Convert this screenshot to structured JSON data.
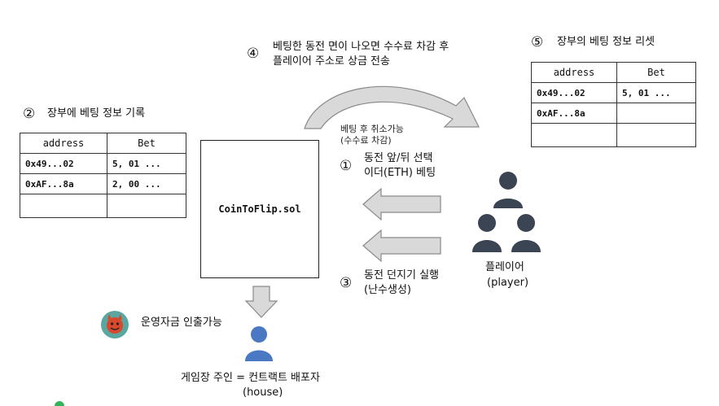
{
  "step4": {
    "num": "④",
    "line1": "베팅한 동전 면이 나오면 수수료 차감 후",
    "line2": "플레이어 주소로 상금 전송"
  },
  "step5": {
    "num": "⑤",
    "text": "장부의 베팅 정보 리셋"
  },
  "step2": {
    "num": "②",
    "text": "장부에 베팅 정보 기록"
  },
  "cancel_note": {
    "line1": "베팅 후 취소가능",
    "line2": "(수수료 차감)"
  },
  "step1": {
    "num": "①",
    "line1": "동전 앞/뒤 선택",
    "line2": "이더(ETH) 베팅"
  },
  "step3": {
    "num": "③",
    "line1": "동전 던지기 실행",
    "line2": "(난수생성)"
  },
  "contract": {
    "name": "CoinToFlip.sol"
  },
  "player": {
    "label": "플레이어",
    "sublabel": "(player)"
  },
  "house": {
    "label": "게임장 주인 = 컨트랙트 배포자",
    "sublabel": "(house)",
    "note": "운영자금 인출가능"
  },
  "ledger_left": {
    "headers": [
      "address",
      "Bet"
    ],
    "rows": [
      [
        "0x49...02",
        "5, 01 ..."
      ],
      [
        "0xAF...8a",
        "2, 00 ..."
      ],
      [
        "",
        ""
      ]
    ]
  },
  "ledger_right": {
    "headers": [
      "address",
      "Bet"
    ],
    "rows": [
      [
        "0x49...02",
        "5, 01 ..."
      ],
      [
        "0xAF...8a",
        ""
      ],
      [
        "",
        ""
      ]
    ]
  },
  "colors": {
    "person": "#3b4452",
    "house_person": "#4a78c2",
    "arrow_fill": "#d9d9d9",
    "arrow_stroke": "#8a8a8a",
    "devil_bg": "#5aa6a0"
  }
}
